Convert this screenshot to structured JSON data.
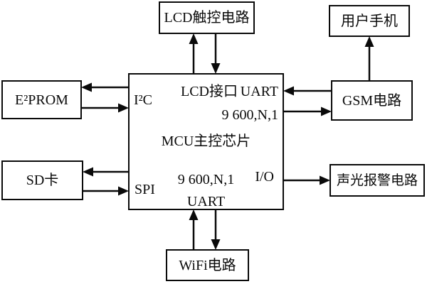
{
  "diagram": {
    "blocks": {
      "lcd_touch": "LCD触控电路",
      "user_phone": "用户手机",
      "eeprom": "E²PROM",
      "sd_card": "SD卡",
      "gsm": "GSM电路",
      "alarm": "声光报警电路",
      "wifi": "WiFi电路",
      "mcu": {
        "title": "MCU主控芯片",
        "lcd_interface": "LCD接口",
        "uart_top": "UART",
        "baud_top": "9 600,N,1",
        "i2c": "I²C",
        "spi": "SPI",
        "io": "I/O",
        "baud_bottom": "9 600,N,1",
        "uart_bottom": "UART"
      }
    },
    "colors": {
      "line": "#0a0a0a",
      "background": "#ffffff",
      "box_fill": "#ffffff"
    }
  }
}
